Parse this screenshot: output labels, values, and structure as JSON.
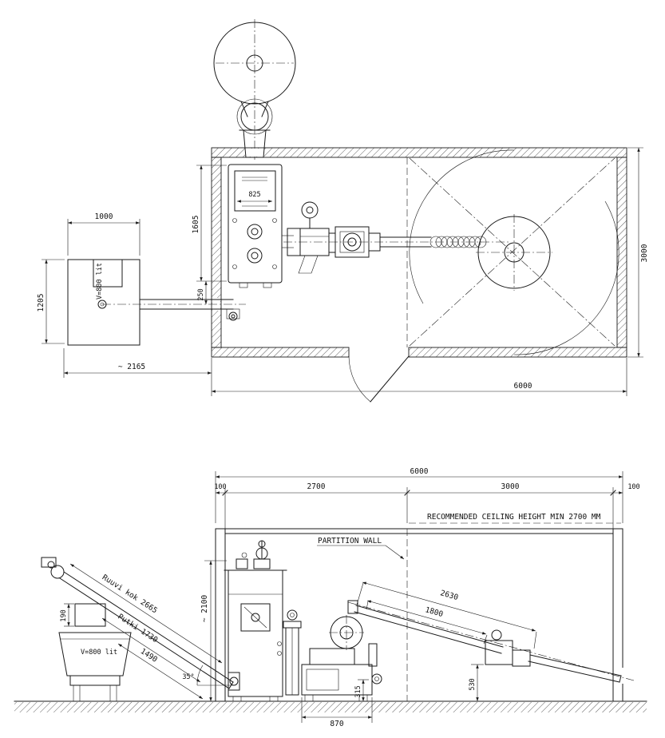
{
  "plan": {
    "dims": {
      "silo_width": "1000",
      "silo_depth": "1205",
      "boiler_side": "1605",
      "boiler_front": "825",
      "boiler_offset": "250",
      "room_depth": "3000",
      "room_width": "6000",
      "silo_distance": "~ 2165"
    },
    "labels": {
      "silo_volume": "V=800 lit"
    }
  },
  "elevation": {
    "dims": {
      "room_width": "6000",
      "left_wall": "100",
      "boiler_room": "2700",
      "storage_room": "3000",
      "right_wall": "100",
      "boiler_height": "~ 2100",
      "feed_screw": "2630",
      "feed_tube": "1800",
      "intake_height": "530",
      "burner_width": "870",
      "burner_depth": "315",
      "hopper_box": "190",
      "screw_section": "1490",
      "screw_angle": "35°"
    },
    "labels": {
      "ceiling_note": "RECOMMENDED CEILING HEIGHT MIN 2700 MM",
      "partition_wall": "PARTITION WALL",
      "screw_total": "Ruuvi kok 2665",
      "tube_length": "Putki 1730",
      "silo_volume": "V=800 lit"
    }
  }
}
